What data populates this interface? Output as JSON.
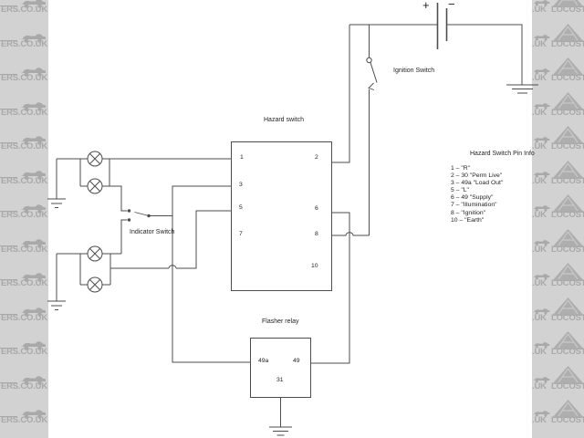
{
  "watermark": {
    "left_tile_text": "ERS.CO.UK",
    "right_tile_text_end": ".UK",
    "right_tile_text_start": "LOCOST"
  },
  "battery": {
    "plus_label": "+",
    "minus_label": "−"
  },
  "diagram_labels": {
    "ignition_switch": "Ignition Switch",
    "hazard_switch": "Hazard switch",
    "indicator_switch": "Indicator Switch",
    "flasher_relay": "Flasher relay"
  },
  "hazard_switch_pins": {
    "pin1": "1",
    "pin2": "2",
    "pin3": "3",
    "pin5": "5",
    "pin6": "6",
    "pin7": "7",
    "pin8": "8",
    "pin10": "10"
  },
  "flasher_relay_pins": {
    "pin49a": "49a",
    "pin49": "49",
    "pin31": "31"
  },
  "pin_info": {
    "title": "Hazard Switch Pin Info",
    "lines": [
      "1 – \"R\"",
      "2 – 30 \"Perm Live\"",
      "3 – 49a \"Load Out\"",
      "5 – \"L\"",
      "6 – 49 \"Supply\"",
      "7 – \"Illumination\"",
      "8 – \"Ignition\"",
      "10 – \"Earth\""
    ]
  },
  "colors": {
    "wire": "#4d4d4d",
    "label_text": "#1f1f1f",
    "watermark_bg": "#d2d2d2",
    "watermark_ink": "#a9a9a9"
  }
}
